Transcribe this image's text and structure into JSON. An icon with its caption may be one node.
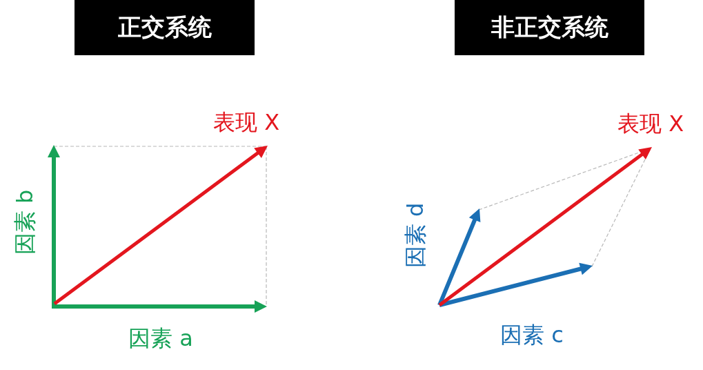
{
  "diagram": {
    "nodes": [
      {
        "text": [
          "正交系统"
        ]
      },
      {
        "text": [
          "非正交系统"
        ]
      }
    ],
    "labels": [
      "表现 X",
      "因素 b",
      "因素 a",
      "表现 X",
      "因素 d",
      "因素 c"
    ]
  }
}
